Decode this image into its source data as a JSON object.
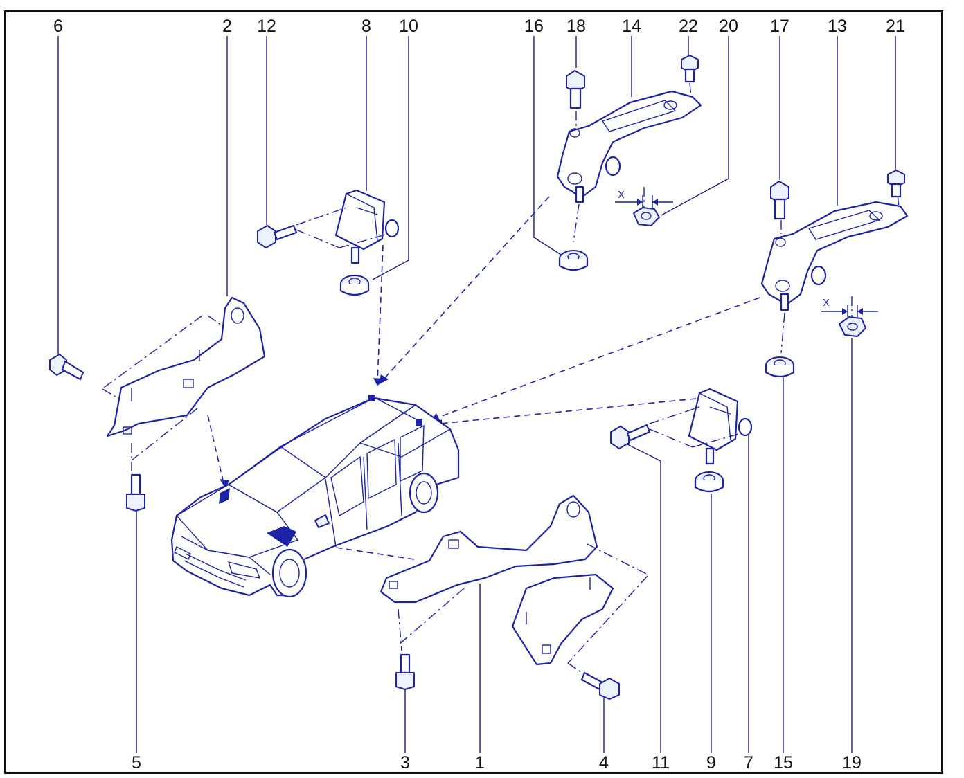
{
  "callouts": {
    "n1": "1",
    "n2": "2",
    "n3": "3",
    "n4": "4",
    "n5": "5",
    "n6": "6",
    "n7": "7",
    "n8": "8",
    "n9": "9",
    "n10": "10",
    "n11": "11",
    "n12": "12",
    "n13": "13",
    "n14": "14",
    "n15": "15",
    "n16": "16",
    "n17": "17",
    "n18": "18",
    "n19": "19",
    "n20": "20",
    "n21": "21",
    "n22": "22"
  },
  "dimension_labels": {
    "x_upper": "X",
    "x_lower": "X"
  },
  "colors": {
    "line_art": "#1c23a6",
    "callout_text": "#111111",
    "border": "#111111"
  },
  "icons": [
    "car-icon",
    "hinge-icon",
    "bolt-icon",
    "nut-icon"
  ]
}
